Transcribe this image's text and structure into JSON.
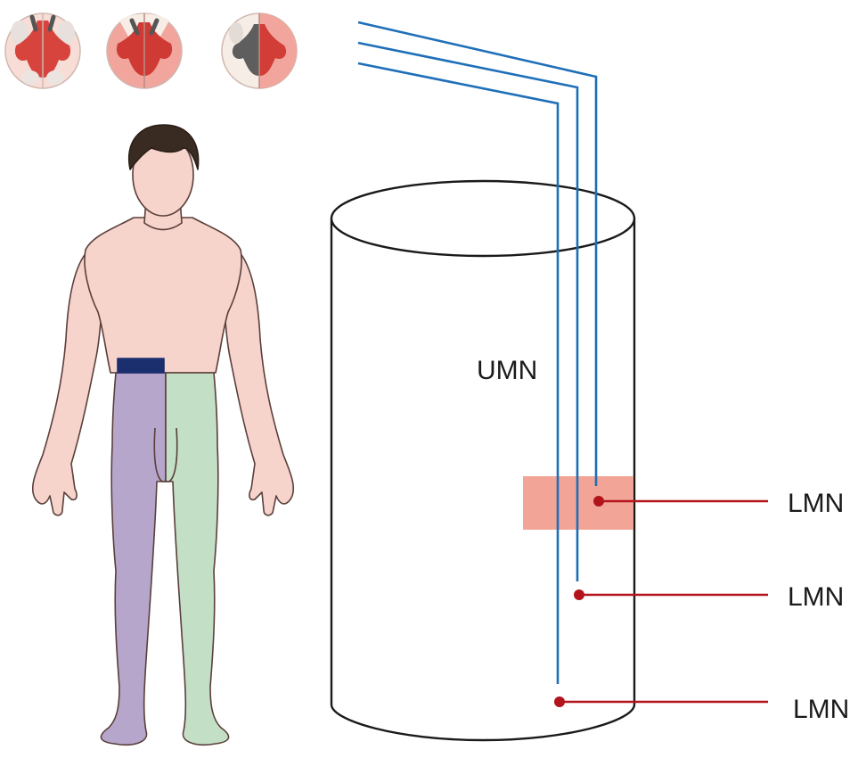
{
  "labels": {
    "umn": "UMN",
    "lmn_1": "LMN",
    "lmn_2": "LMN",
    "lmn_3": "LMN"
  },
  "colors": {
    "umn_tract": "#1f6fb8",
    "lmn_line": "#b3141c",
    "lesion_highlight": "#f2a597",
    "affected_side": "#b6a6cc",
    "unaffected_side": "#c3dfc6",
    "sensory_level_band": "#1b2f6e",
    "skin": "#f6d3cb",
    "hair": "#3a2b22",
    "outline": "#1a1a1a"
  },
  "icons": [
    "spinal-cord-section-icon",
    "spinal-cord-section-icon",
    "spinal-cord-section-icon"
  ]
}
